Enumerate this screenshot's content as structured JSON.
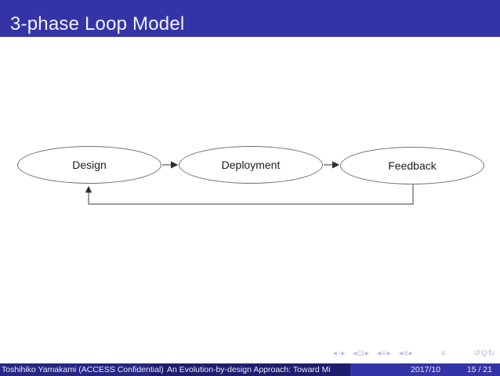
{
  "slide": {
    "frame_title": "3-phase Loop Model"
  },
  "diagram": {
    "nodes": [
      {
        "id": "design",
        "label": "Design"
      },
      {
        "id": "deployment",
        "label": "Deployment"
      },
      {
        "id": "feedback",
        "label": "Feedback"
      }
    ],
    "edges": [
      {
        "from": "Design",
        "to": "Deployment",
        "style": "straight-arrow"
      },
      {
        "from": "Deployment",
        "to": "Feedback",
        "style": "straight-arrow"
      },
      {
        "from": "Feedback",
        "to": "Design",
        "style": "loop-below-arrow"
      }
    ]
  },
  "navigation": {
    "symbols": [
      {
        "name": "slide-nav-icon",
        "glyphs": "◂▫▸"
      },
      {
        "name": "frame-nav-icon",
        "glyphs": "◂⊡▸"
      },
      {
        "name": "subsection-nav-icon",
        "glyphs": "◂≡▸"
      },
      {
        "name": "section-nav-icon",
        "glyphs": "◂≡▸"
      },
      {
        "name": "appendix-nav-icon",
        "glyphs": "≡"
      },
      {
        "name": "search-nav-icon",
        "glyphs": "↺Q↻"
      }
    ]
  },
  "footer": {
    "author_institute": "Toshihiko Yamakami  (ACCESS Confidential)",
    "short_title": "An Evolution-by-design Approach: Toward Mi",
    "date": "2017/10",
    "frame_number": "15 / 21"
  },
  "colors": {
    "structure_blue": "#3534a7",
    "footer_author_bg": "#262684",
    "footer_title_bg": "#1e1d6e",
    "ellipse_stroke": "#6e6e6e",
    "connector_gray": "#5e5e5e",
    "arrowhead": "#2b2b2b",
    "nav_symbols": "#b5b6df"
  }
}
